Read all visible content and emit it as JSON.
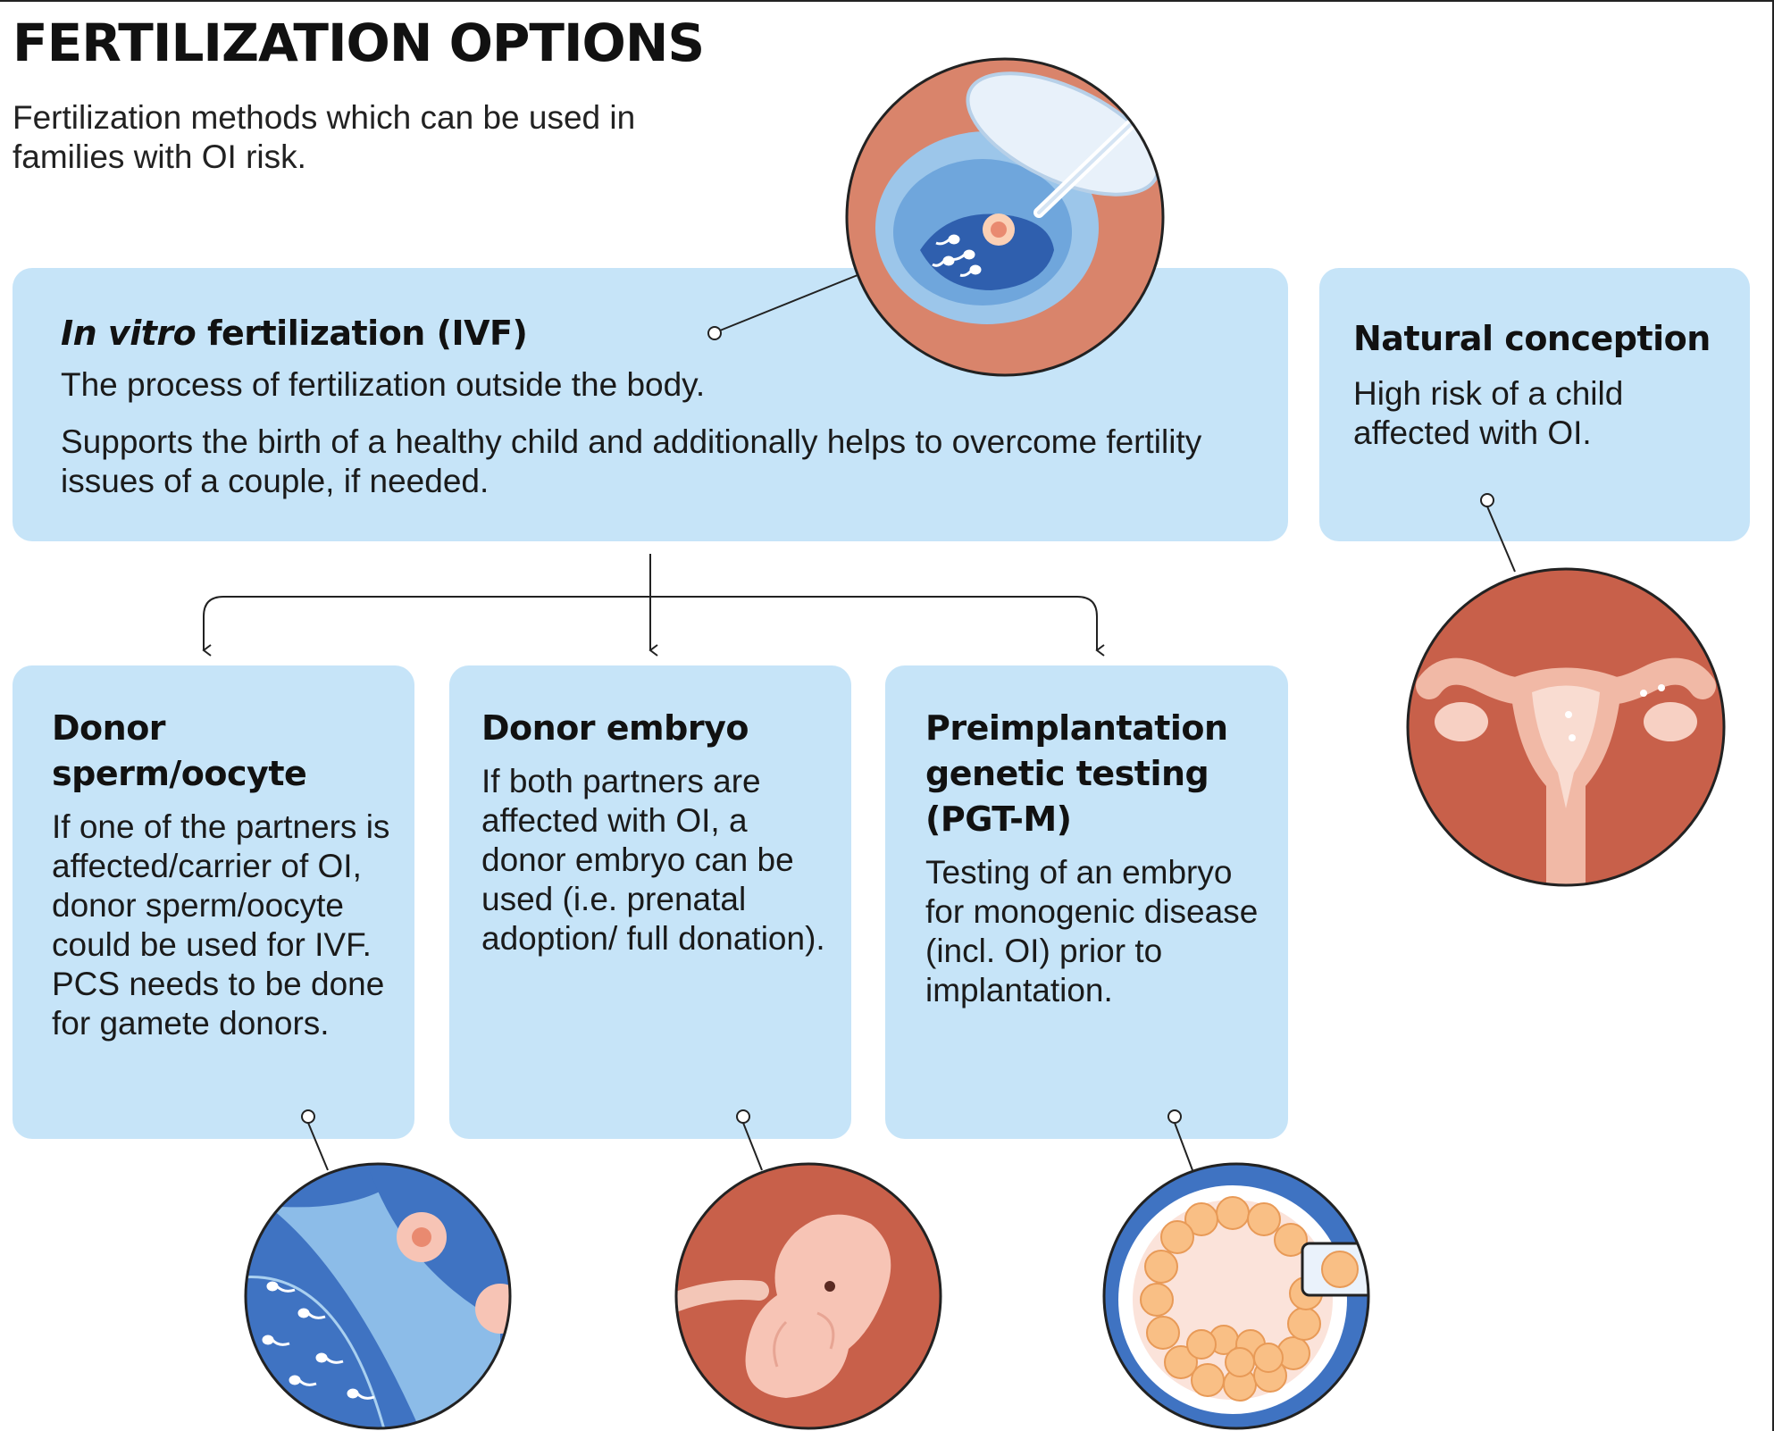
{
  "header": {
    "title": "FERTILIZATION OPTIONS",
    "subtitle": "Fertilization methods which can be used in families with OI risk."
  },
  "ivf": {
    "title_italic": "In vitro",
    "title_rest": " fertilization (IVF)",
    "text1": "The process of fertilization outside the body.",
    "text2": "Supports the birth of a healthy child and additionally helps to overcome fertility issues of a couple, if needed."
  },
  "natural": {
    "title": "Natural conception",
    "text": "High risk of a child affected with OI."
  },
  "options": [
    {
      "title": "Donor sperm/oocyte",
      "text": "If one of the partners is affected/carrier of OI, donor sperm/oocyte could be used for IVF. PCS needs to be done for gamete donors."
    },
    {
      "title": "Donor embryo",
      "text": "If both partners are affected with OI, a donor embryo can be used (i.e. prenatal adoption/ full donation)."
    },
    {
      "title": "Preimplantation genetic testing (PGT-M)",
      "text": "Testing of an embryo for monogenic disease (incl. OI) prior to implantation."
    }
  ],
  "colors": {
    "box_fill": "#c6e4f8",
    "terracotta": "#c8604a",
    "pink": "#f7c4b5",
    "blue": "#3f73c2",
    "light_blue": "#8cbce8",
    "orange": "#f9bf85"
  },
  "icons": [
    "petri-dish-icon",
    "uterus-icon",
    "sperm-oocyte-icon",
    "fetus-icon",
    "blastocyst-icon"
  ]
}
